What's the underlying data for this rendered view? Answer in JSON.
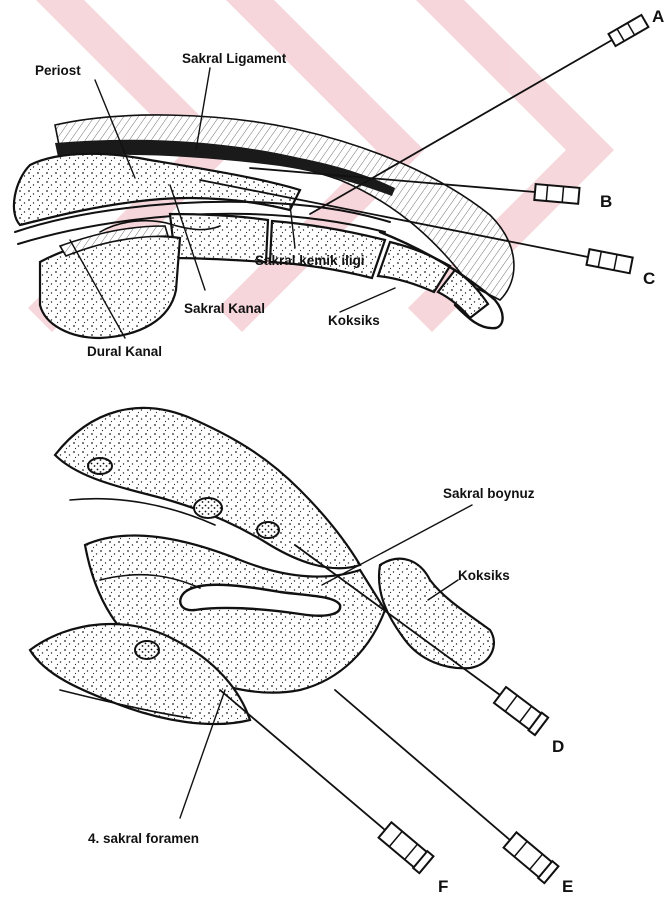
{
  "labels": {
    "top": {
      "periost": "Periost",
      "sakral_ligament": "Sakral Ligament",
      "sakral_kemik_iligi": "Sakral kemik iligi",
      "sakral_kanal": "Sakral Kanal",
      "koksiks": "Koksiks",
      "dural_kanal": "Dural Kanal"
    },
    "bottom": {
      "sakral_boynuz": "Sakral boynuz",
      "koksiks": "Koksiks",
      "sakral_foramen": "4. sakral foramen"
    }
  },
  "needle_letters": {
    "a": "A",
    "b": "B",
    "c": "C",
    "d": "D",
    "e": "E",
    "f": "F"
  },
  "colors": {
    "ink": "#111111",
    "watermark": "#f3c9cf",
    "background": "#ffffff"
  }
}
